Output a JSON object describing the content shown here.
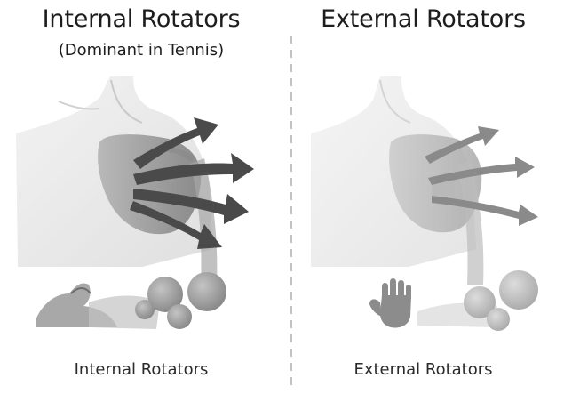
{
  "panels": {
    "left": {
      "title": "Internal Rotators",
      "subtitle": "(Dominant in Tennis)",
      "caption": "Internal Rotators",
      "icon": "flexed-bicep-icon"
    },
    "right": {
      "title": "External Rotators",
      "caption": "External Rotators",
      "icon": "open-hand-icon"
    }
  },
  "colors": {
    "arrow_left": "#4a4a4a",
    "arrow_right": "#8a8a8a",
    "divider": "#9a9a9a"
  }
}
